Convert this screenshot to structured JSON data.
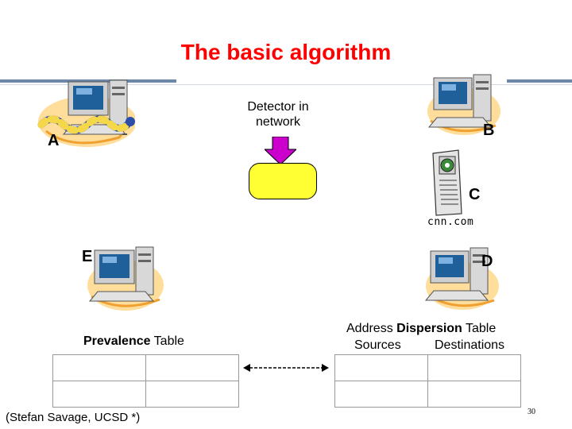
{
  "title": "The basic algorithm",
  "nodes": {
    "a": "A",
    "b": "B",
    "c": "C",
    "d": "D",
    "e": "E"
  },
  "detector": {
    "label_line1": "Detector in",
    "label_line2": "network"
  },
  "server": {
    "label": "cnn.com"
  },
  "prevalence_table": {
    "title_bold": "Prevalence",
    "title_rest": " Table"
  },
  "dispersion_table": {
    "title_prefix": "Address ",
    "title_bold": "Dispersion",
    "title_rest": " Table",
    "col_sources": "Sources",
    "col_destinations": "Destinations"
  },
  "citation": "(Stefan Savage, UCSD *)",
  "page_number": "30",
  "colors": {
    "title": "#ff0000",
    "detector_fill": "#ffff33",
    "arrow_fill": "#cc00cc",
    "rule": "#6d87a8"
  }
}
